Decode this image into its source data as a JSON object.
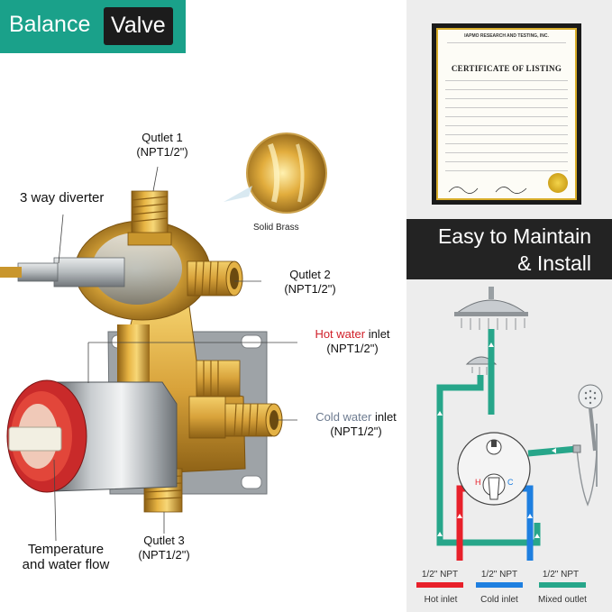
{
  "badge": {
    "word1": "Balance",
    "word2": "Valve"
  },
  "labels": {
    "outlet1_name": "Qutlet 1",
    "outlet1_spec": "(NPT1/2\")",
    "diverter": "3 way diverter",
    "solid_brass": "Solid Brass",
    "outlet2_name": "Qutlet 2",
    "outlet2_spec": "(NPT1/2\")",
    "hot_word": "Hot water",
    "hot_suffix": " inlet",
    "hot_spec": "(NPT1/2\")",
    "cold_word": "Cold water",
    "cold_suffix": " inlet",
    "cold_spec": "(NPT1/2\")",
    "temp_line1": "Temperature",
    "temp_line2": "and water flow",
    "outlet3_name": "Qutlet 3",
    "outlet3_spec": "(NPT1/2\")"
  },
  "certificate": {
    "org": "IAPMO RESEARCH AND TESTING, INC.",
    "title": "CERTIFICATE OF LISTING"
  },
  "banner": {
    "line1": "Easy to Maintain",
    "line2": "& Install"
  },
  "diagram": {
    "h_label": "H",
    "c_label": "C",
    "colors": {
      "hot": "#e8202a",
      "cold": "#1e7fe0",
      "mixed": "#27a68a"
    }
  },
  "legend": [
    {
      "npt": "1/2\" NPT",
      "label": "Hot inlet",
      "color": "#e8202a"
    },
    {
      "npt": "1/2\" NPT",
      "label": "Cold inlet",
      "color": "#1e7fe0"
    },
    {
      "npt": "1/2\" NPT",
      "label": "Mixed outlet",
      "color": "#27a68a"
    }
  ]
}
